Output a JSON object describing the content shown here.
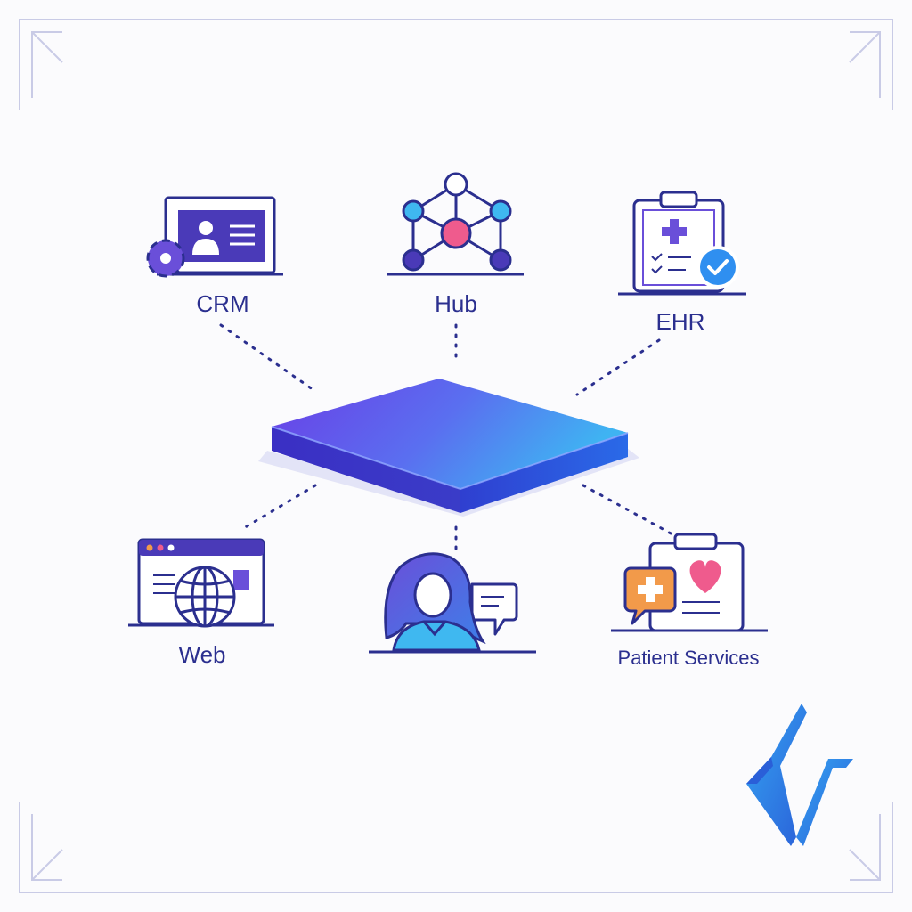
{
  "nodes": {
    "crm": {
      "label": "CRM",
      "icon": "crm-profile-gear-icon"
    },
    "hub": {
      "label": "Hub",
      "icon": "network-hub-icon"
    },
    "ehr": {
      "label": "EHR",
      "icon": "clipboard-check-icon"
    },
    "web": {
      "label": "Web",
      "icon": "browser-globe-icon"
    },
    "agent": {
      "label": "",
      "icon": "agent-chat-icon"
    },
    "patient_services": {
      "label": "Patient Services",
      "icon": "clipboard-heart-chat-icon"
    }
  },
  "center": {
    "icon": "platform-slab-icon"
  },
  "logo": {
    "icon": "brand-mark-icon"
  },
  "colors": {
    "ink": "#2b2f8f",
    "purple": "#6a4fd9",
    "blue": "#2f8ff0",
    "cyan": "#3fb8f0",
    "pink": "#ef5b8d",
    "orange": "#f29a4a",
    "frame": "#c9cbe6"
  }
}
